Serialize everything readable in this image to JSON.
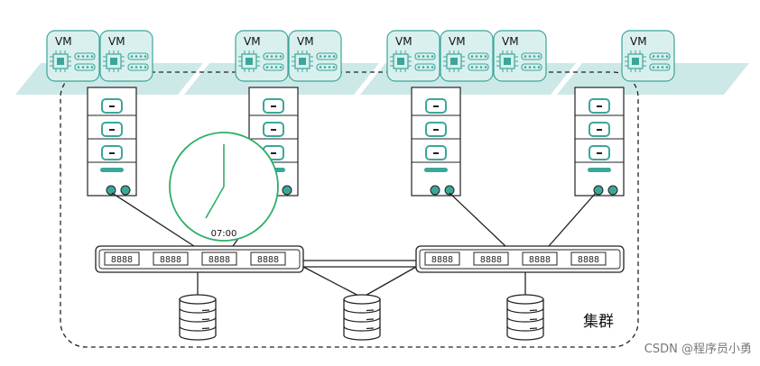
{
  "vm_label": "VM",
  "vm_groups": [
    {
      "count": 2
    },
    {
      "count": 2
    },
    {
      "count": 3
    },
    {
      "count": 1
    }
  ],
  "switch_port_label": "8888",
  "clock": {
    "time": "07:00"
  },
  "cluster_label": "集群",
  "watermark": "CSDN @程序员小勇",
  "colors": {
    "accent": "#3aa79a",
    "vm_fill": "#daf0ee",
    "band": "#cde9e7",
    "clock": "#2fae66",
    "line": "#222222"
  }
}
